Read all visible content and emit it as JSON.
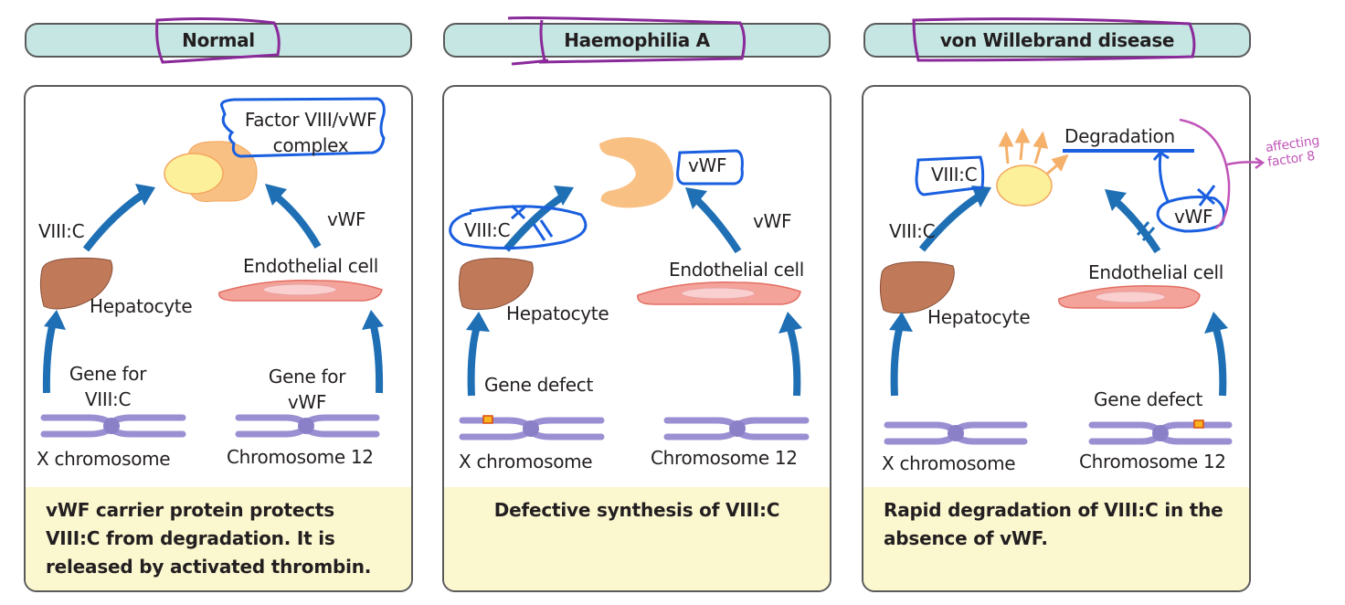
{
  "panels": [
    {
      "title": "Normal",
      "labels": {
        "complex": "Factor VIII/vWF\ncomplex",
        "complex_line1": "Factor VIII/vWF",
        "complex_line2": "complex",
        "viiic": "VIII:C",
        "vwf": "vWF",
        "endothelial": "Endothelial cell",
        "hepatocyte": "Hepatocyte",
        "gene_left_1": "Gene for",
        "gene_left_2": "VIII:C",
        "gene_right_1": "Gene for",
        "gene_right_2": "vWF",
        "chrom_left": "X chromosome",
        "chrom_right": "Chromosome 12"
      },
      "caption": "vWF carrier protein protects VIII:C from degradation. It is released by activated thrombin."
    },
    {
      "title": "Haemophilia A",
      "labels": {
        "vwf_top": "vWF",
        "viiic": "VIII:C",
        "vwf": "vWF",
        "endothelial": "Endothelial cell",
        "hepatocyte": "Hepatocyte",
        "gene_defect": "Gene defect",
        "chrom_left": "X chromosome",
        "chrom_right": "Chromosome 12"
      },
      "caption": "Defective synthesis of VIII:C"
    },
    {
      "title": "von Willebrand disease",
      "labels": {
        "degradation": "Degradation",
        "viiic_boxed": "VIII:C",
        "viiic": "VIII:C",
        "vwf": "vWF",
        "endothelial": "Endothelial cell",
        "hepatocyte": "Hepatocyte",
        "gene_defect": "Gene defect",
        "chrom_left": "X chromosome",
        "chrom_right": "Chromosome 12"
      },
      "caption": "Rapid degradation of VIII:C in the absence of vWF.",
      "annotation_line1": "affecting",
      "annotation_line2": "factor 8"
    }
  ],
  "colors": {
    "header_bg": "#c5e6e3",
    "caption_bg": "#fbf7cf",
    "arrow_blue": "#1f6fb5",
    "ink_blue": "#1a5fe0",
    "ink_purple": "#8a2a9a",
    "ink_pink": "#c055b8",
    "chromosome": "#9a8fd2",
    "liver": "#c07a5a",
    "endothelial": "#f4a39a",
    "vwf_orange": "#f9c084",
    "viiic_yellow": "#fcf09a"
  }
}
